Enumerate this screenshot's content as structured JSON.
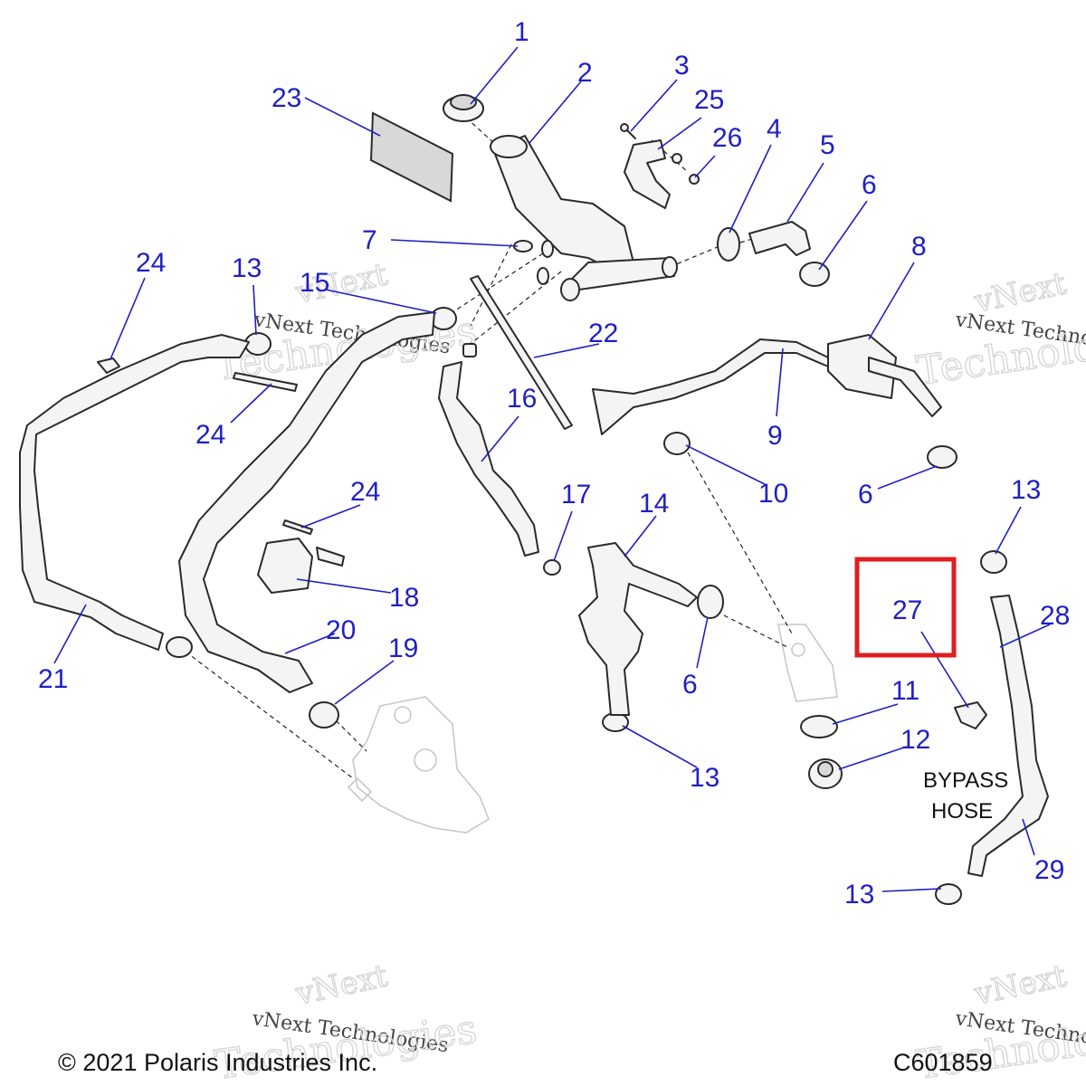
{
  "diagram_id": "C601859",
  "copyright": "© 2021 Polaris Industries Inc.",
  "watermark": {
    "line1": "vNext",
    "line2": "vNext Technologies",
    "line3": "Technologies"
  },
  "note": {
    "line1": "BYPASS",
    "line2": "HOSE"
  },
  "highlighted_callout": "27",
  "callouts": {
    "c1": "1",
    "c2": "2",
    "c3": "3",
    "c4": "4",
    "c5": "5",
    "c6a": "6",
    "c6b": "6",
    "c6c": "6",
    "c7": "7",
    "c8": "8",
    "c9": "9",
    "c10": "10",
    "c11": "11",
    "c12": "12",
    "c13a": "13",
    "c13b": "13",
    "c13c": "13",
    "c13d": "13",
    "c14": "14",
    "c15": "15",
    "c16": "16",
    "c17": "17",
    "c18": "18",
    "c19": "19",
    "c20": "20",
    "c21": "21",
    "c22": "22",
    "c23": "23",
    "c24a": "24",
    "c24b": "24",
    "c24c": "24",
    "c25": "25",
    "c26": "26",
    "c27": "27",
    "c28": "28",
    "c29": "29"
  },
  "colors": {
    "callout": "#1f1fc4",
    "highlight": "#dd1f1f"
  }
}
